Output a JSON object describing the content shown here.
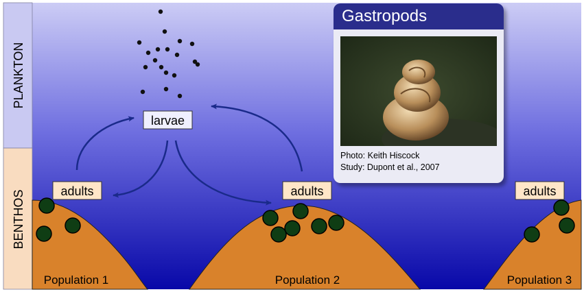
{
  "zones": {
    "plankton": "PLANKTON",
    "benthos": "BENTHOS"
  },
  "larvae_label": "larvae",
  "adults_labels": [
    "adults",
    "adults",
    "adults"
  ],
  "populations": [
    "Population 1",
    "Population 2",
    "Population 3"
  ],
  "card": {
    "title": "Gastropods",
    "photo_credit": "Photo: Keith Hiscock",
    "study_credit": "Study: Dupont et al., 2007"
  },
  "colors": {
    "water_top": "#c8c8f4",
    "water_bottom": "#0a0aa8",
    "sediment": "#d9822b",
    "plankton_band": "#c9c9f2",
    "benthos_band": "#f9dcc0",
    "adult_dot": "#0f3d14",
    "larva_dot": "#111111",
    "arrow": "#1a2a8a",
    "card_header": "#2a2d8c"
  },
  "icons": {
    "larvae": "dot",
    "adult": "dark-green-circle",
    "dispersal": "curved-arrow"
  }
}
